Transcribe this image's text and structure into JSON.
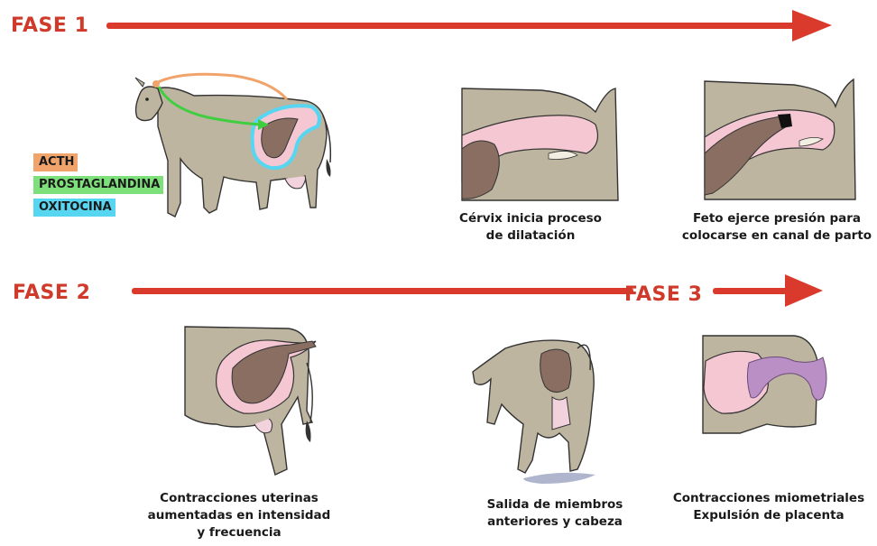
{
  "colors": {
    "phase_text": "#cf3a2a",
    "arrow": "#d93a2b",
    "acth": "#f0a36a",
    "prostaglandina": "#7ee07a",
    "oxitocina": "#57d6f2",
    "cow": "#bdb59f",
    "uterus": "#f4c7d3",
    "fetus": "#8a6e62"
  },
  "phases": {
    "phase1": "FASE 1",
    "phase2": "FASE 2",
    "phase3": "FASE 3"
  },
  "legend": {
    "acth": "ACTH",
    "prostaglandina": "PROSTAGLANDINA",
    "oxitocina": "OXITOCINA"
  },
  "captions": {
    "cervix": [
      "Cérvix inicia proceso",
      "de dilatación"
    ],
    "feto": [
      "Feto ejerce presión para",
      "colocarse en canal de parto"
    ],
    "contracciones": [
      "Contracciones uterinas",
      "aumentadas en intensidad",
      "y frecuencia"
    ],
    "salida": [
      "Salida de miembros",
      "anteriores y cabeza"
    ],
    "miometriales": [
      "Contracciones miometriales",
      "Expulsión de placenta"
    ]
  },
  "icons": {
    "arrow1": "right-arrow-icon",
    "arrow2": "right-arrow-icon",
    "arrow3": "right-arrow-icon"
  }
}
